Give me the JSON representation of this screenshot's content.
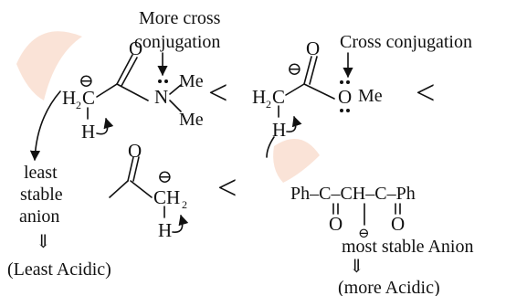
{
  "row1": {
    "annotation_left_line1": "More cross",
    "annotation_left_line2": "conjugation",
    "annotation_right": "Cross conjugation",
    "amide": {
      "ch2": "H",
      "ch2_sub": "2",
      "c": "C",
      "h": "H",
      "o": "O",
      "n": "N",
      "me_top": "Me",
      "me_bottom": "Me"
    },
    "ester": {
      "ch2": "H",
      "ch2_sub": "2",
      "c": "C",
      "h": "H",
      "o_top": "O",
      "o_bottom": "O",
      "me": "Me"
    },
    "less_than_1": "<",
    "less_than_2": "<"
  },
  "row2": {
    "label_line1": "least",
    "label_line2": "stable",
    "label_line3": "anion",
    "implies_left": "⇓",
    "least_acidic": "(Least Acidic)",
    "ketone": {
      "o": "O",
      "ch2": "CH",
      "ch2_sub": "2",
      "h": "H"
    },
    "less_than_3": "<",
    "diketone": {
      "formula": "Ph–C–CH–C–Ph",
      "o_left": "O",
      "o_right": "O"
    },
    "most_stable": "most stable Anion",
    "implies_right": "⇓",
    "more_acidic": "(more Acidic)"
  },
  "charge_symbol": "⊖"
}
